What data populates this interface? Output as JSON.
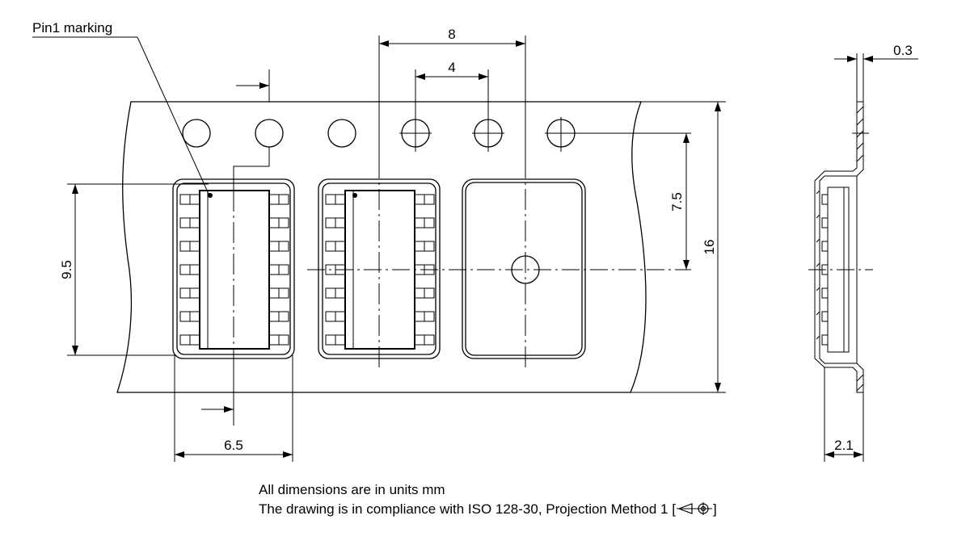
{
  "labels": {
    "pin1_marking": "Pin1 marking",
    "pitch_8": "8",
    "hole_pitch_4": "4",
    "thickness_0_3": "0.3",
    "offset_7_5": "7.5",
    "tape_width_16": "16",
    "cavity_length_9_5": "9.5",
    "cavity_width_6_5": "6.5",
    "depth_2_1": "2.1"
  },
  "notes": {
    "units": "All dimensions are in units mm",
    "compliance_prefix": "The drawing is in compliance with ISO 128-30, Projection Method 1 [",
    "compliance_suffix": "]"
  },
  "icons": {
    "projection_symbol": "first-angle-projection-icon"
  }
}
